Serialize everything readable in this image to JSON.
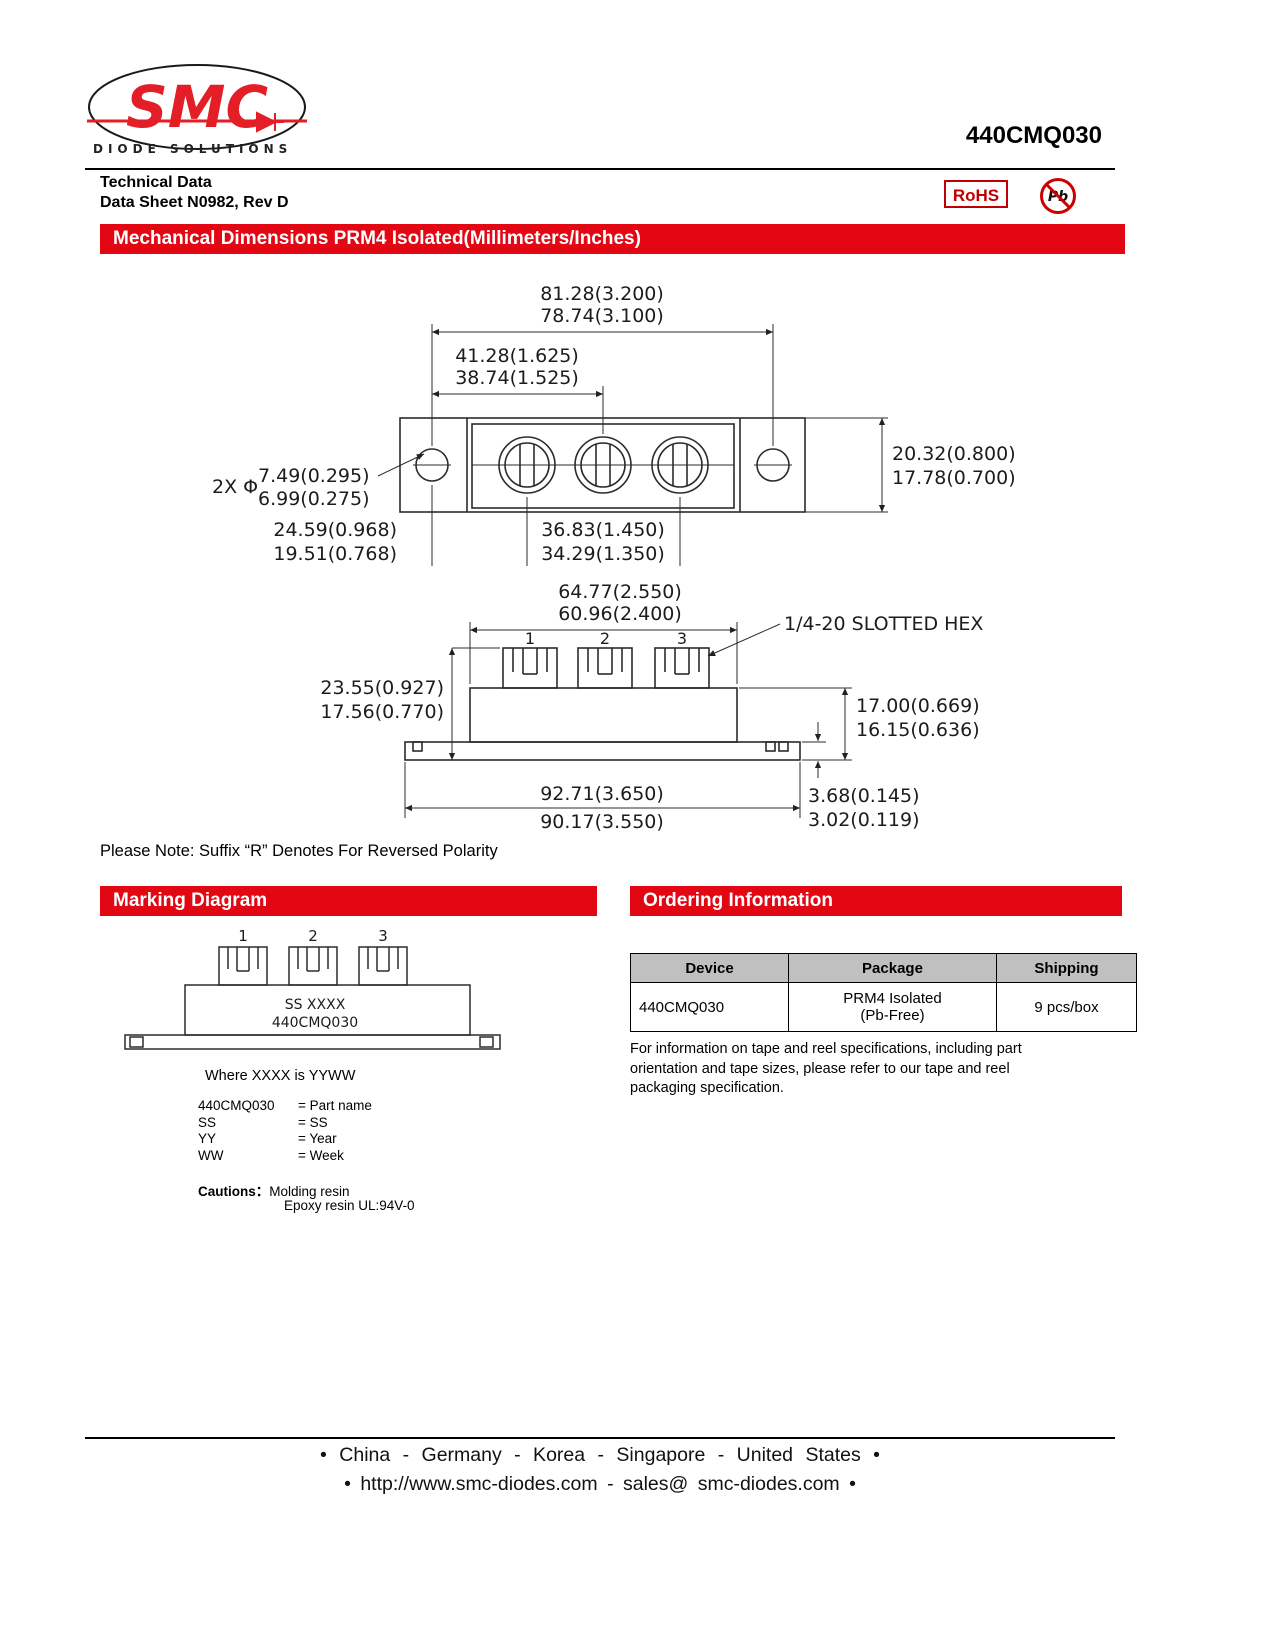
{
  "colors": {
    "banner_red": "#e30613",
    "logo_red": "#e31e26",
    "rohs_red": "#c00000",
    "table_header_gray": "#c0c0c0"
  },
  "header": {
    "logo_text": "SMC",
    "logo_subtitle": "DIODE SOLUTIONS",
    "part_number": "440CMQ030",
    "doc_line1": "Technical Data",
    "doc_line2": "Data Sheet N0982, Rev D",
    "rohs_label": "RoHS",
    "pb_label": "Pb"
  },
  "banners": {
    "mechanical": "Mechanical Dimensions PRM4 Isolated(Millimeters/Inches)",
    "marking": "Marking Diagram",
    "ordering": "Ordering Information"
  },
  "mech": {
    "dim_overall": [
      "81.28(3.200)",
      "78.74(3.100)"
    ],
    "dim_hole_to_center": [
      "41.28(1.625)",
      "38.74(1.525)"
    ],
    "hole_note_prefix": "2X Φ",
    "dim_hole_dia": [
      "7.49(0.295)",
      "6.99(0.275)"
    ],
    "dim_width": [
      "20.32(0.800)",
      "17.78(0.700)"
    ],
    "dim_hole_to_term1": [
      "24.59(0.968)",
      "19.51(0.768)"
    ],
    "dim_term_span": [
      "36.83(1.450)",
      "34.29(1.350)"
    ],
    "dim_term_width": [
      "64.77(2.550)",
      "60.96(2.400)"
    ],
    "hex_note": "1/4-20 SLOTTED HEX",
    "terminal_numbers": [
      "1",
      "2",
      "3"
    ],
    "dim_height_total": [
      "23.55(0.927)",
      "17.56(0.770)"
    ],
    "dim_height_body": [
      "17.00(0.669)",
      "16.15(0.636)"
    ],
    "dim_base_len": [
      "92.71(3.650)",
      "90.17(3.550)"
    ],
    "dim_base_thick": [
      "3.68(0.145)",
      "3.02(0.119)"
    ]
  },
  "polarity_note": "Please Note: Suffix “R” Denotes For Reversed Polarity",
  "marking": {
    "terminal_numbers": [
      "1",
      "2",
      "3"
    ],
    "label_line1": "SS XXXX",
    "label_line2": "440CMQ030",
    "where_note": "Where XXXX is YYWW",
    "legend": [
      {
        "key": "440CMQ030",
        "value": "= Part name"
      },
      {
        "key": "SS",
        "value": "= SS"
      },
      {
        "key": "YY",
        "value": "= Year"
      },
      {
        "key": "WW",
        "value": "= Week"
      }
    ],
    "cautions_label": "Cautions：",
    "cautions_line1": "Molding resin",
    "cautions_line2": "Epoxy resin UL:94V-0"
  },
  "ordering": {
    "headers": [
      "Device",
      "Package",
      "Shipping"
    ],
    "rows": [
      {
        "device": "440CMQ030",
        "package_line1": "PRM4 Isolated",
        "package_line2": "(Pb-Free)",
        "shipping": "9 pcs/box"
      }
    ],
    "tape_note": "For information on tape and reel specifications, including part orientation and tape sizes, please refer to our tape and reel packaging specification."
  },
  "footer": {
    "line1": "• China - Germany - Korea - Singapore - United States •",
    "line2": "• http://www.smc-diodes.com - sales@ smc-diodes.com •"
  }
}
